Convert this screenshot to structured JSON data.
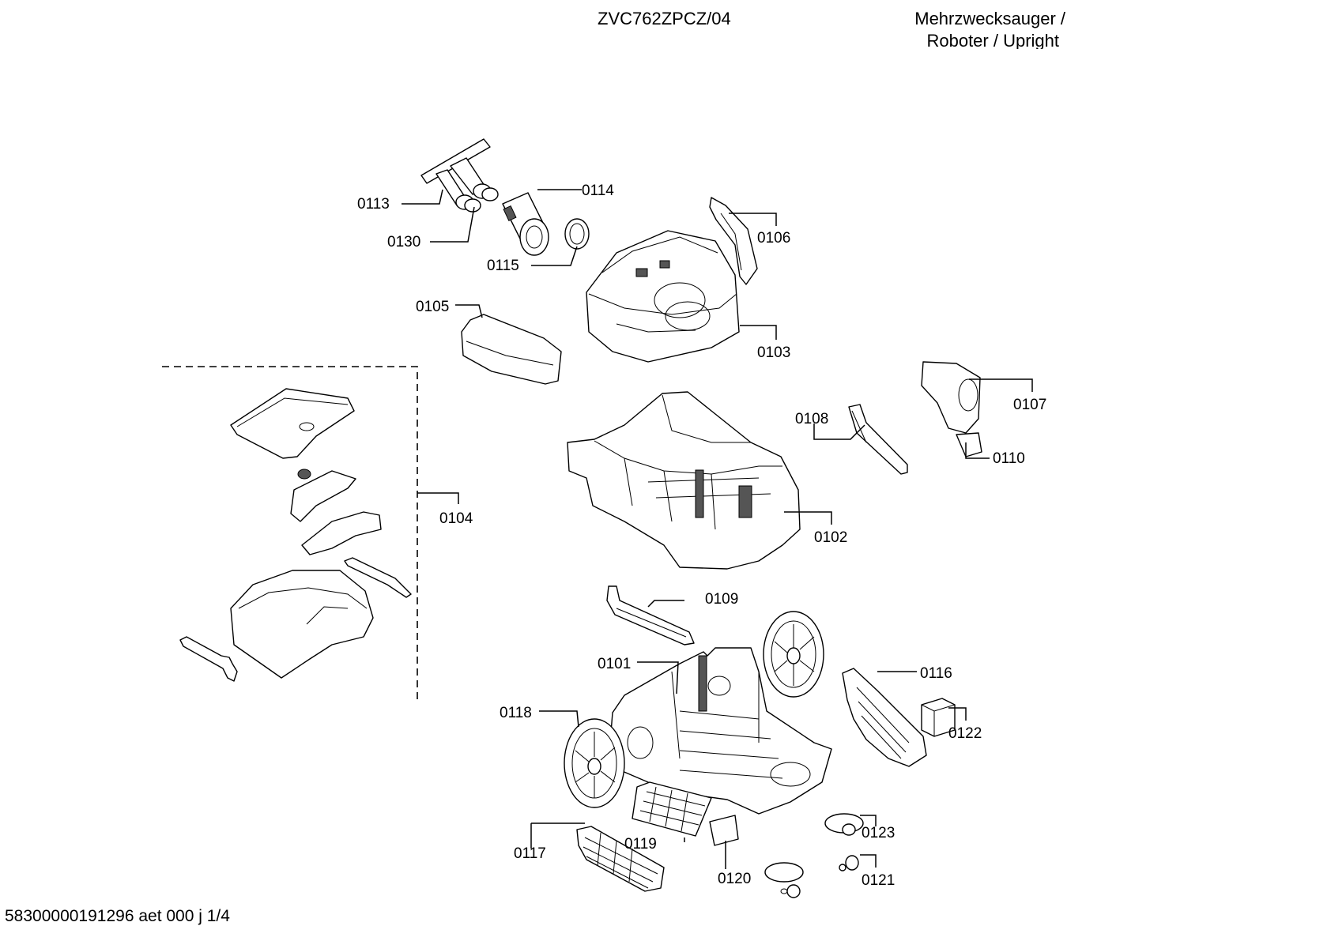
{
  "header": {
    "model": "ZVC762ZPCZ/04",
    "category_line1": "Mehrzwecksauger /",
    "category_line2": "Roboter / Upright"
  },
  "footer": "58300000191296 aet 000 j 1/4",
  "labels": {
    "p0101": "0101",
    "p0102": "0102",
    "p0103": "0103",
    "p0104": "0104",
    "p0105": "0105",
    "p0106": "0106",
    "p0107": "0107",
    "p0108": "0108",
    "p0109": "0109",
    "p0110": "0110",
    "p0113": "0113",
    "p0114": "0114",
    "p0115": "0115",
    "p0116": "0116",
    "p0117": "0117",
    "p0118": "0118",
    "p0119": "0119",
    "p0120": "0120",
    "p0121": "0121",
    "p0122": "0122",
    "p0123": "0123",
    "p0130": "0130"
  }
}
